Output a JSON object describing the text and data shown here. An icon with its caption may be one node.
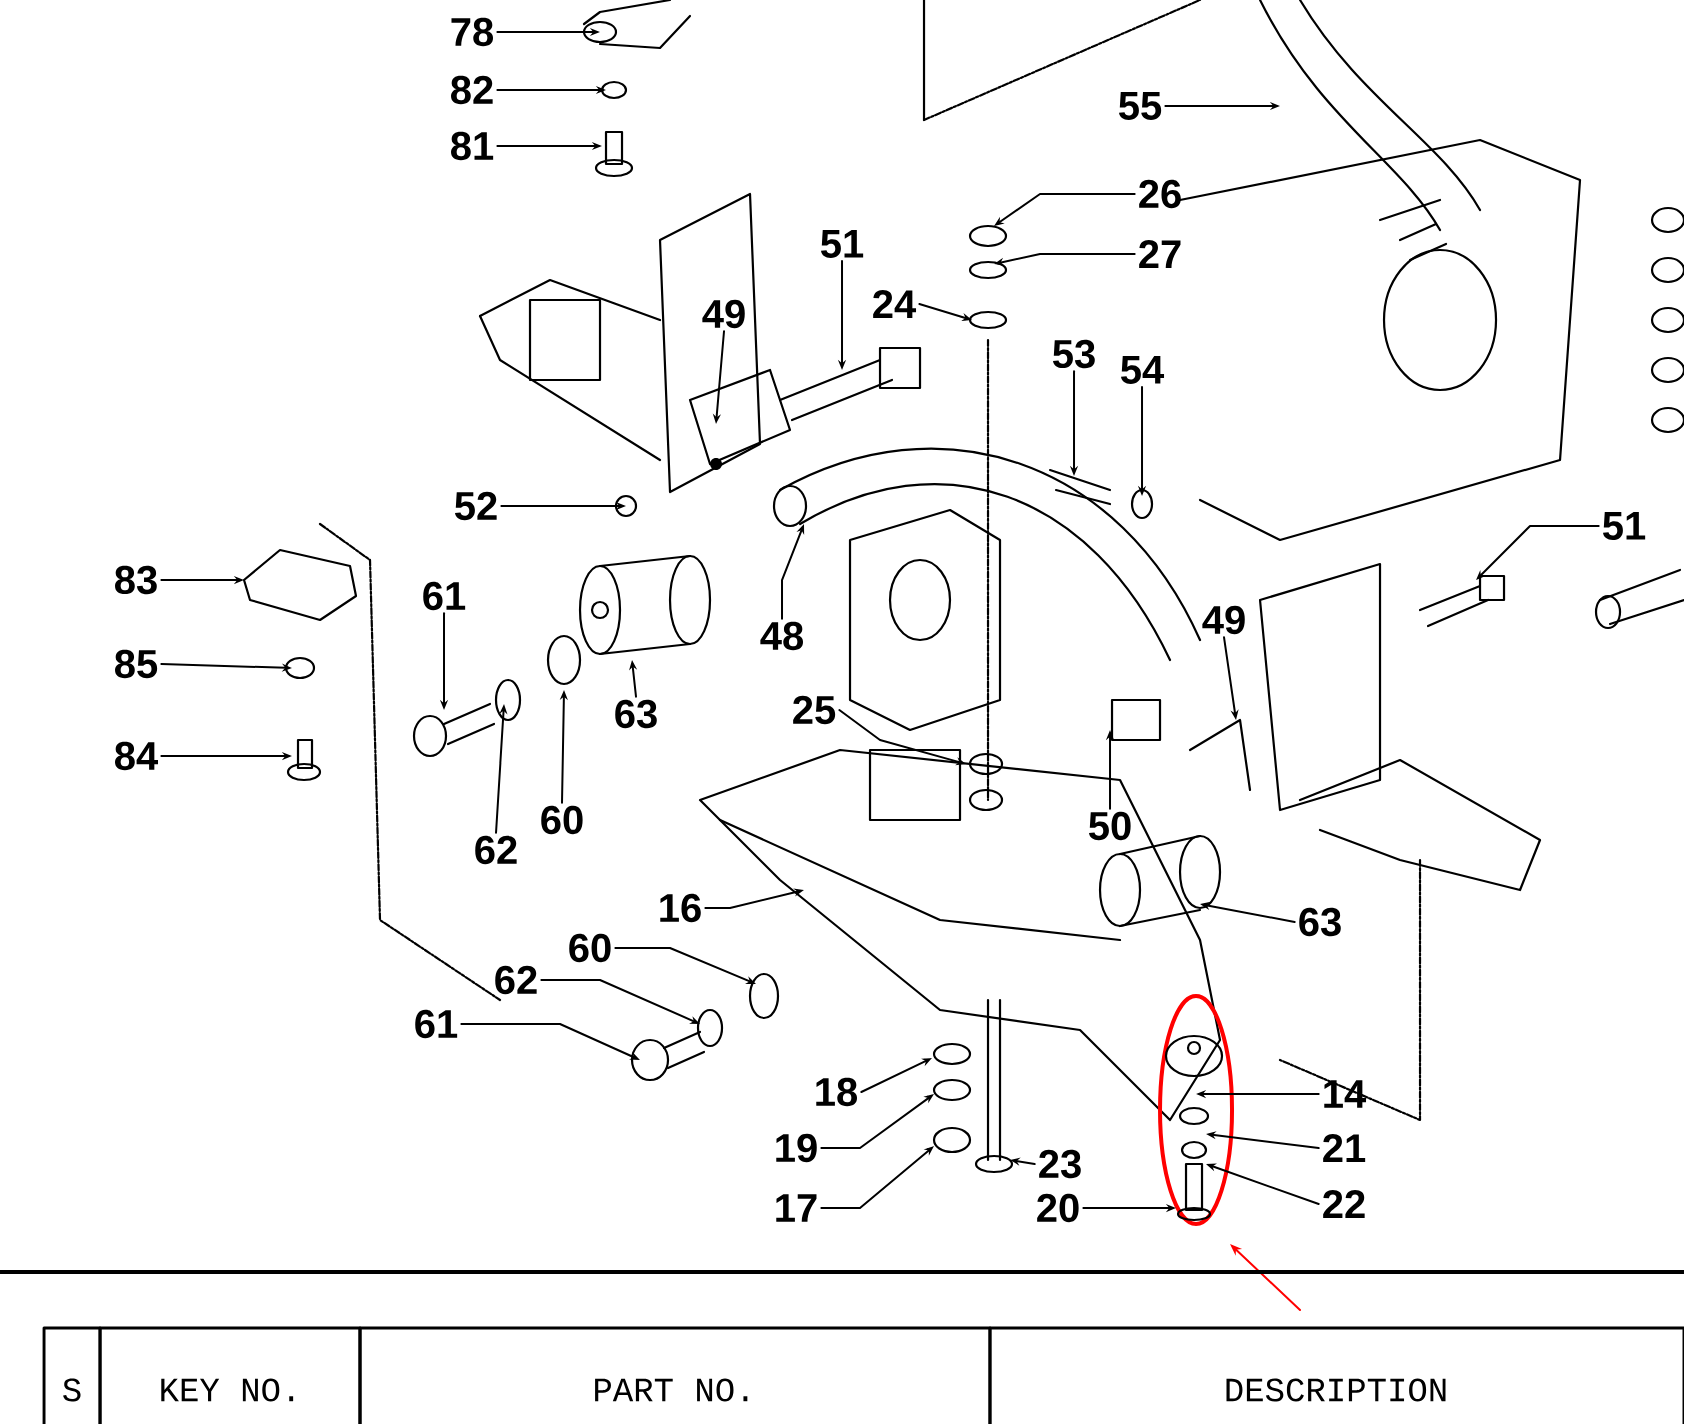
{
  "diagram": {
    "nodes": [
      {
        "text": [
          "78"
        ]
      },
      {
        "text": [
          "82"
        ]
      },
      {
        "text": [
          "81"
        ]
      },
      {
        "text": [
          "55"
        ]
      },
      {
        "text": [
          "26"
        ]
      },
      {
        "text": [
          "51"
        ]
      },
      {
        "text": [
          "27"
        ]
      },
      {
        "text": [
          "24"
        ]
      },
      {
        "text": [
          "49"
        ]
      },
      {
        "text": [
          "53"
        ]
      },
      {
        "text": [
          "54"
        ]
      },
      {
        "text": [
          "52"
        ]
      },
      {
        "text": [
          "51"
        ]
      },
      {
        "text": [
          "83"
        ]
      },
      {
        "text": [
          "61"
        ]
      },
      {
        "text": [
          "48"
        ]
      },
      {
        "text": [
          "85"
        ]
      },
      {
        "text": [
          "63"
        ]
      },
      {
        "text": [
          "49"
        ]
      },
      {
        "text": [
          "25"
        ]
      },
      {
        "text": [
          "84"
        ]
      },
      {
        "text": [
          "50"
        ]
      },
      {
        "text": [
          "60"
        ]
      },
      {
        "text": [
          "62"
        ]
      },
      {
        "text": [
          "16"
        ]
      },
      {
        "text": [
          "63"
        ]
      },
      {
        "text": [
          "60"
        ]
      },
      {
        "text": [
          "62"
        ]
      },
      {
        "text": [
          "61"
        ]
      },
      {
        "text": [
          "14"
        ]
      },
      {
        "text": [
          "18"
        ]
      },
      {
        "text": [
          "19"
        ]
      },
      {
        "text": [
          "21"
        ]
      },
      {
        "text": [
          "23"
        ]
      },
      {
        "text": [
          "17"
        ]
      },
      {
        "text": [
          "22"
        ]
      },
      {
        "text": [
          "20"
        ]
      }
    ],
    "edges": [
      {
        "from": 0,
        "to": null,
        "arrow": "to"
      },
      {
        "from": 1,
        "to": null,
        "arrow": "to"
      },
      {
        "from": 2,
        "to": null,
        "arrow": "to"
      },
      {
        "from": 3,
        "to": null,
        "arrow": "to"
      },
      {
        "from": 4,
        "to": null,
        "arrow": "to"
      },
      {
        "from": 5,
        "to": null,
        "arrow": "to"
      },
      {
        "from": 6,
        "to": null,
        "arrow": "to"
      },
      {
        "from": 7,
        "to": null,
        "arrow": "to"
      },
      {
        "from": 8,
        "to": null,
        "arrow": "to"
      },
      {
        "from": 9,
        "to": null,
        "arrow": "to"
      },
      {
        "from": 10,
        "to": null,
        "arrow": "to"
      },
      {
        "from": 11,
        "to": null,
        "arrow": "to"
      },
      {
        "from": 12,
        "to": null,
        "arrow": "to"
      },
      {
        "from": 13,
        "to": null,
        "arrow": "to"
      },
      {
        "from": 14,
        "to": null,
        "arrow": "to"
      },
      {
        "from": 15,
        "to": null,
        "arrow": "to"
      },
      {
        "from": 16,
        "to": null,
        "arrow": "to"
      },
      {
        "from": 17,
        "to": null,
        "arrow": "to"
      },
      {
        "from": 18,
        "to": null,
        "arrow": "to"
      },
      {
        "from": 19,
        "to": null,
        "arrow": "to"
      },
      {
        "from": 20,
        "to": null,
        "arrow": "to"
      },
      {
        "from": 21,
        "to": null,
        "arrow": "to"
      },
      {
        "from": 22,
        "to": null,
        "arrow": "to"
      },
      {
        "from": 23,
        "to": null,
        "arrow": "to"
      },
      {
        "from": 24,
        "to": null,
        "arrow": "to"
      },
      {
        "from": 25,
        "to": null,
        "arrow": "to"
      },
      {
        "from": 26,
        "to": null,
        "arrow": "to"
      },
      {
        "from": 27,
        "to": null,
        "arrow": "to"
      },
      {
        "from": 28,
        "to": null,
        "arrow": "to"
      },
      {
        "from": 29,
        "to": null,
        "arrow": "to"
      },
      {
        "from": 30,
        "to": null,
        "arrow": "to"
      },
      {
        "from": 31,
        "to": null,
        "arrow": "to"
      },
      {
        "from": 32,
        "to": null,
        "arrow": "to"
      },
      {
        "from": 33,
        "to": null,
        "arrow": "to"
      },
      {
        "from": 34,
        "to": null,
        "arrow": "to"
      },
      {
        "from": 35,
        "to": null,
        "arrow": "to"
      },
      {
        "from": 36,
        "to": null,
        "arrow": "to"
      }
    ],
    "labels": [
      "S",
      "KEY NO.",
      "PART NO.",
      "DESCRIPTION"
    ]
  }
}
